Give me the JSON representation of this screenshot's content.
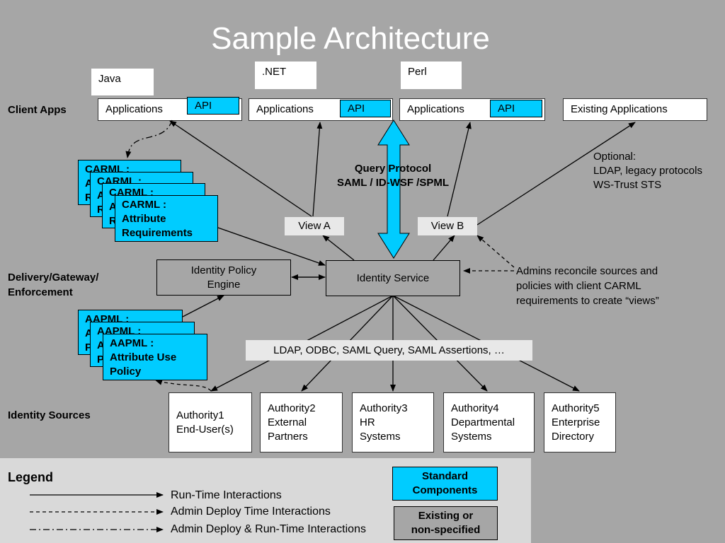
{
  "title": "Sample Architecture",
  "row_labels": {
    "client_apps": "Client Apps",
    "delivery": "Delivery/Gateway/ Enforcement",
    "identity_sources": "Identity Sources"
  },
  "languages": {
    "java": "Java",
    "dotnet": ".NET",
    "perl": "Perl"
  },
  "apps": {
    "app1": "Applications",
    "app2": "Applications",
    "app3": "Applications",
    "existing": "Existing Applications",
    "api": "API"
  },
  "query_protocol": {
    "line1": "Query Protocol",
    "line2": "SAML / ID-WSF /SPML"
  },
  "optional_note": {
    "line1": "Optional:",
    "line2": "LDAP, legacy protocols",
    "line3": "WS-Trust STS"
  },
  "views": {
    "a": "View A",
    "b": "View B"
  },
  "carml": {
    "stack_prefix_1": "CARML :",
    "stack_prefix_2": "A",
    "stack_prefix_3": "R",
    "line1": "CARML :",
    "line2": "Attribute",
    "line3": "Requirements"
  },
  "aapml": {
    "stack_prefix_1": "AAPML :",
    "stack_prefix_2": "A",
    "stack_prefix_3": "P",
    "line1": "AAPML :",
    "line2": "Attribute Use",
    "line3": "Policy"
  },
  "policy_engine": {
    "line1": "Identity Policy",
    "line2": "Engine"
  },
  "identity_service": "Identity Service",
  "admins_note": {
    "line1": "Admins reconcile sources and",
    "line2": "policies with client CARML",
    "line3": "requirements to create “views”"
  },
  "protocols_bar": "LDAP, ODBC, SAML Query, SAML Assertions, …",
  "authorities": [
    {
      "line1": "Authority1",
      "line2": "End-User(s)",
      "line3": ""
    },
    {
      "line1": "Authority2",
      "line2": "External",
      "line3": "Partners"
    },
    {
      "line1": "Authority3",
      "line2": "HR",
      "line3": "Systems"
    },
    {
      "line1": "Authority4",
      "line2": "Departmental",
      "line3": "Systems"
    },
    {
      "line1": "Authority5",
      "line2": "Enterprise",
      "line3": "Directory"
    }
  ],
  "legend": {
    "title": "Legend",
    "run_time": "Run-Time Interactions",
    "admin_deploy": "Admin Deploy Time Interactions",
    "admin_deploy_run": "Admin Deploy & Run-Time Interactions",
    "standard": {
      "line1": "Standard",
      "line2": "Components"
    },
    "existing": {
      "line1": "Existing or",
      "line2": "non-specified"
    }
  },
  "colors": {
    "background": "#a6a6a6",
    "standard_component": "#00ccff",
    "legend_panel": "#d9d9d9",
    "title": "#ffffff"
  }
}
